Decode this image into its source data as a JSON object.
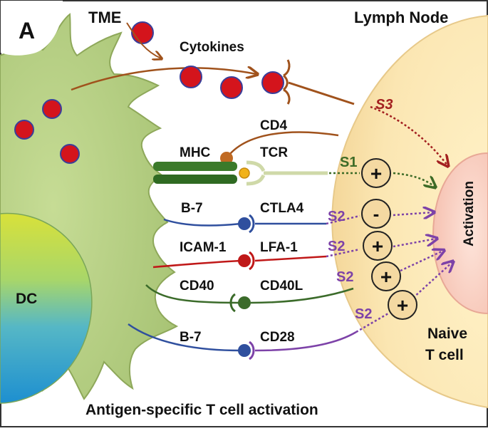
{
  "panel_letter": "A",
  "top_labels": {
    "tme": "TME",
    "lymph_node": "Lymph Node",
    "cytokines": "Cytokines"
  },
  "cells": {
    "dc": "DC",
    "naive_t_cell_line1": "Naive",
    "naive_t_cell_line2": "T cell",
    "activation": "Activation"
  },
  "signals": {
    "s3": "S3",
    "s1": "S1",
    "s2": "S2"
  },
  "molecules": {
    "cd4": "CD4",
    "mhc": "MHC",
    "tcr": "TCR",
    "b7_top": "B-7",
    "ctla4": "CTLA4",
    "icam1": "ICAM-1",
    "lfa1": "LFA-1",
    "cd40": "CD40",
    "cd40l": "CD40L",
    "b7_bottom": "B-7",
    "cd28": "CD28"
  },
  "signs": {
    "plus": "+",
    "minus": "-"
  },
  "caption": "Antigen-specific T cell activation",
  "colors": {
    "cytokine_red": "#d4141c",
    "cytokine_border": "#3a3f9a",
    "brown": "#a0521c",
    "dc_green": "#b3cc7e",
    "t_cell_yellow": "#fbe9b6",
    "activation_pink": "#f9d0c4",
    "s3_red": "#a32020",
    "s1_green": "#3d6b27",
    "s2_purple": "#7d42a8",
    "line_blue": "#2f4f9e",
    "line_red": "#c01818",
    "line_green": "#3b6b2a"
  }
}
